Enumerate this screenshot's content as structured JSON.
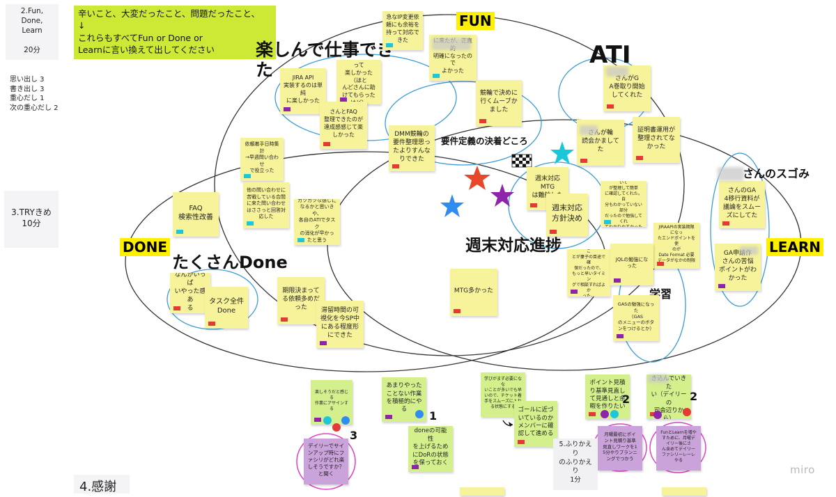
{
  "sidebar": {
    "section2": "2.Fun, Done,\nLearn\n\n20分",
    "schedule": "思い出し 3\n書き出し 3\n重心だし 1\n次の重心だし 2",
    "section3": "3.TRYきめ\n10分",
    "section4": "4.感謝"
  },
  "instruction": "辛いこと、大変だったこと、問題だったこと、\n↓\nこれらもすべてFun or Done or\nLearnに言い換えて出してください",
  "labels": {
    "fun": "FUN",
    "done": "DONE",
    "learn": "LEARN"
  },
  "headings": {
    "fun_work": "楽しんで仕事でき\nた",
    "ati": "ATI",
    "many_done": "たくさんDone",
    "weekend": "週末対応進捗",
    "requirements": "要件定義の決着どころ",
    "study": "学習",
    "sugoi": "さんのスゴみ"
  },
  "notes": {
    "n1": "急なIP変更依\n頼にも余裕を\n持って対応で\nきた",
    "n2": "に来たが、正直的\n明確になったので\nよかった",
    "n3": "JIRA API\n実装するのは単純\nに楽しかった",
    "n4": "久々にGAS触って\n楽しかった（ほと\nんどさんに助\nけてもらったけど）",
    "n5": "さんとFAQ\n整理できたのが\n達成感感じて楽\nしかった",
    "n6": "競輪で決めに\n行くムーブか\nました",
    "n7": "DMM競輪の\n要件整理思っ\nたよりすんな\nりできた",
    "n8": "さんがG\nA巻取り開始\nしてくれた",
    "n9": "さんが輪\n読会かましてた",
    "n10": "証明書運用が\n整理されてな\nかった",
    "n11": "依頼着手日時集計\n→早週問い合わせ\nで役立った",
    "n12": "他の問い合わせに\n苦戦している合間\nに来た問い合わせ\nはささっと回答対\n応した",
    "n13": "FAQ\n検索性改善",
    "n14": "カツカツな感じに\nなるかと思いきや、\n各自のATIでタスク\nの消化が早かっ\nたと思う",
    "n15": "週末対応MTG\nは難航した",
    "n16": "週末対応\n方針決め",
    "n17": "1年で出す項目について\nが整理して簡単\nに確認してくれた。自\n分もわかっていない部分\nだったので勉強してくれ\nてわかりやすかった",
    "n18": "JIRAAPIの実装期限になっ\nたエンドポイントを使\nのが\nDate Format 必要\nデータがなかの制限",
    "n19": "さんのGA\n4移行資料が\n議論をスムー\nズにしてた",
    "n20": "なんかいっぱ\nいやった感あ\nる",
    "n21": "タスク全件\nDone",
    "n22": "期限決まって\nる依頼多めだ\nった",
    "n23": "滞留時間の可\n視化を今SP中\nにある程度形\nにできた",
    "n24": "MTG多かった",
    "n25": "要件や実現したいこ\nとが妻子の目途で確\n保だったので、\nもっと早いタイミン\nグで相談すればよか\nった。",
    "n26": "JQLの勉強になった",
    "n27": "GASの勉強になった\n（GAS\nのメニューのボタ\nンをつけるとか）",
    "n28": "GA申請作\nさんの苦悩\nポイントがわ\nかった",
    "t1": "楽しそうだと感じる\n作業にアサインする",
    "t2": "あまりやった\nことない作業\nを積極的にや\nる",
    "t3": "学びがまず必要になな\nいことが多いでも早\nいので、チケット着\n手をスムーズに入れ\nる状態にする",
    "t4": "ゴールに近づ\nいているのか\nメンバーに確\n認して進める",
    "t5": "ポイント見積\nり基準見直し\nて見通しと余\n暇を作りたい",
    "t6": "さんも巻\nき込んでいきた\nい（デイリーの\n司会辺りから）",
    "t7": "doneの可能性\nを上げるため\nにDoRの状態\nを保っておく",
    "t8": "デイリーでサイ\nンアップ時にフ\nァシリがどれ楽\nしそうですか？\nと聞く",
    "t9": "月曜最初にポイ\nント見積り基準\n見直しワークを1\n5分やりプランニ\nングでつかう",
    "t10": "FunとLearnを増や\nすために、月曜デ\nイリー後にさ\nん含めてデイリー\nファシリーレーレ\nやる",
    "t11": "5.ふりかえり\nのふりかえり\n1分"
  },
  "votes": {
    "v1": "1",
    "v2": "2",
    "v3": "2",
    "v4": "3"
  },
  "watermark": "miro",
  "colors": {
    "ellipse": "#333333",
    "cluster": "#3a9bd5",
    "vote_ring": "#e03fc6",
    "tag_red": "#e53935",
    "tag_cyan": "#1fc6d8",
    "tag_purple": "#8e24aa",
    "star_red": "#e8472a",
    "star_purple": "#8e24aa",
    "star_blue": "#2f8cf0",
    "star_cyan": "#1ac7d9"
  }
}
